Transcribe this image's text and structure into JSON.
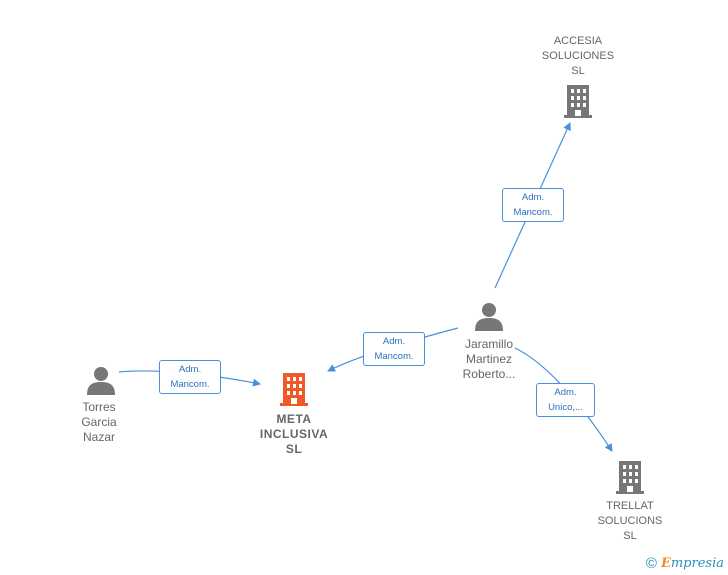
{
  "nodes": {
    "accesia": {
      "label": "ACCESIA\nSOLUCIONES\nSL",
      "type": "company"
    },
    "jaramillo": {
      "label": "Jaramillo\nMartinez\nRoberto...",
      "type": "person"
    },
    "torres": {
      "label": "Torres\nGarcia\nNazar",
      "type": "person"
    },
    "meta": {
      "label": "META\nINCLUSIVA\nSL",
      "type": "company-focus"
    },
    "trellat": {
      "label": "TRELLAT\nSOLUCIONS\nSL",
      "type": "company"
    }
  },
  "edges": {
    "jaramillo_accesia": "Adm.\nMancom.",
    "jaramillo_meta": "Adm.\nMancom.",
    "torres_meta": "Adm.\nMancom.",
    "jaramillo_trellat": "Adm.\nUnico,..."
  },
  "colors": {
    "edge": "#4a90d9",
    "person_icon": "#777777",
    "company_icon": "#777777",
    "focus_icon": "#f05a28"
  },
  "footer": {
    "copyright": "©",
    "brand_first": "E",
    "brand_rest": "mpresia"
  }
}
